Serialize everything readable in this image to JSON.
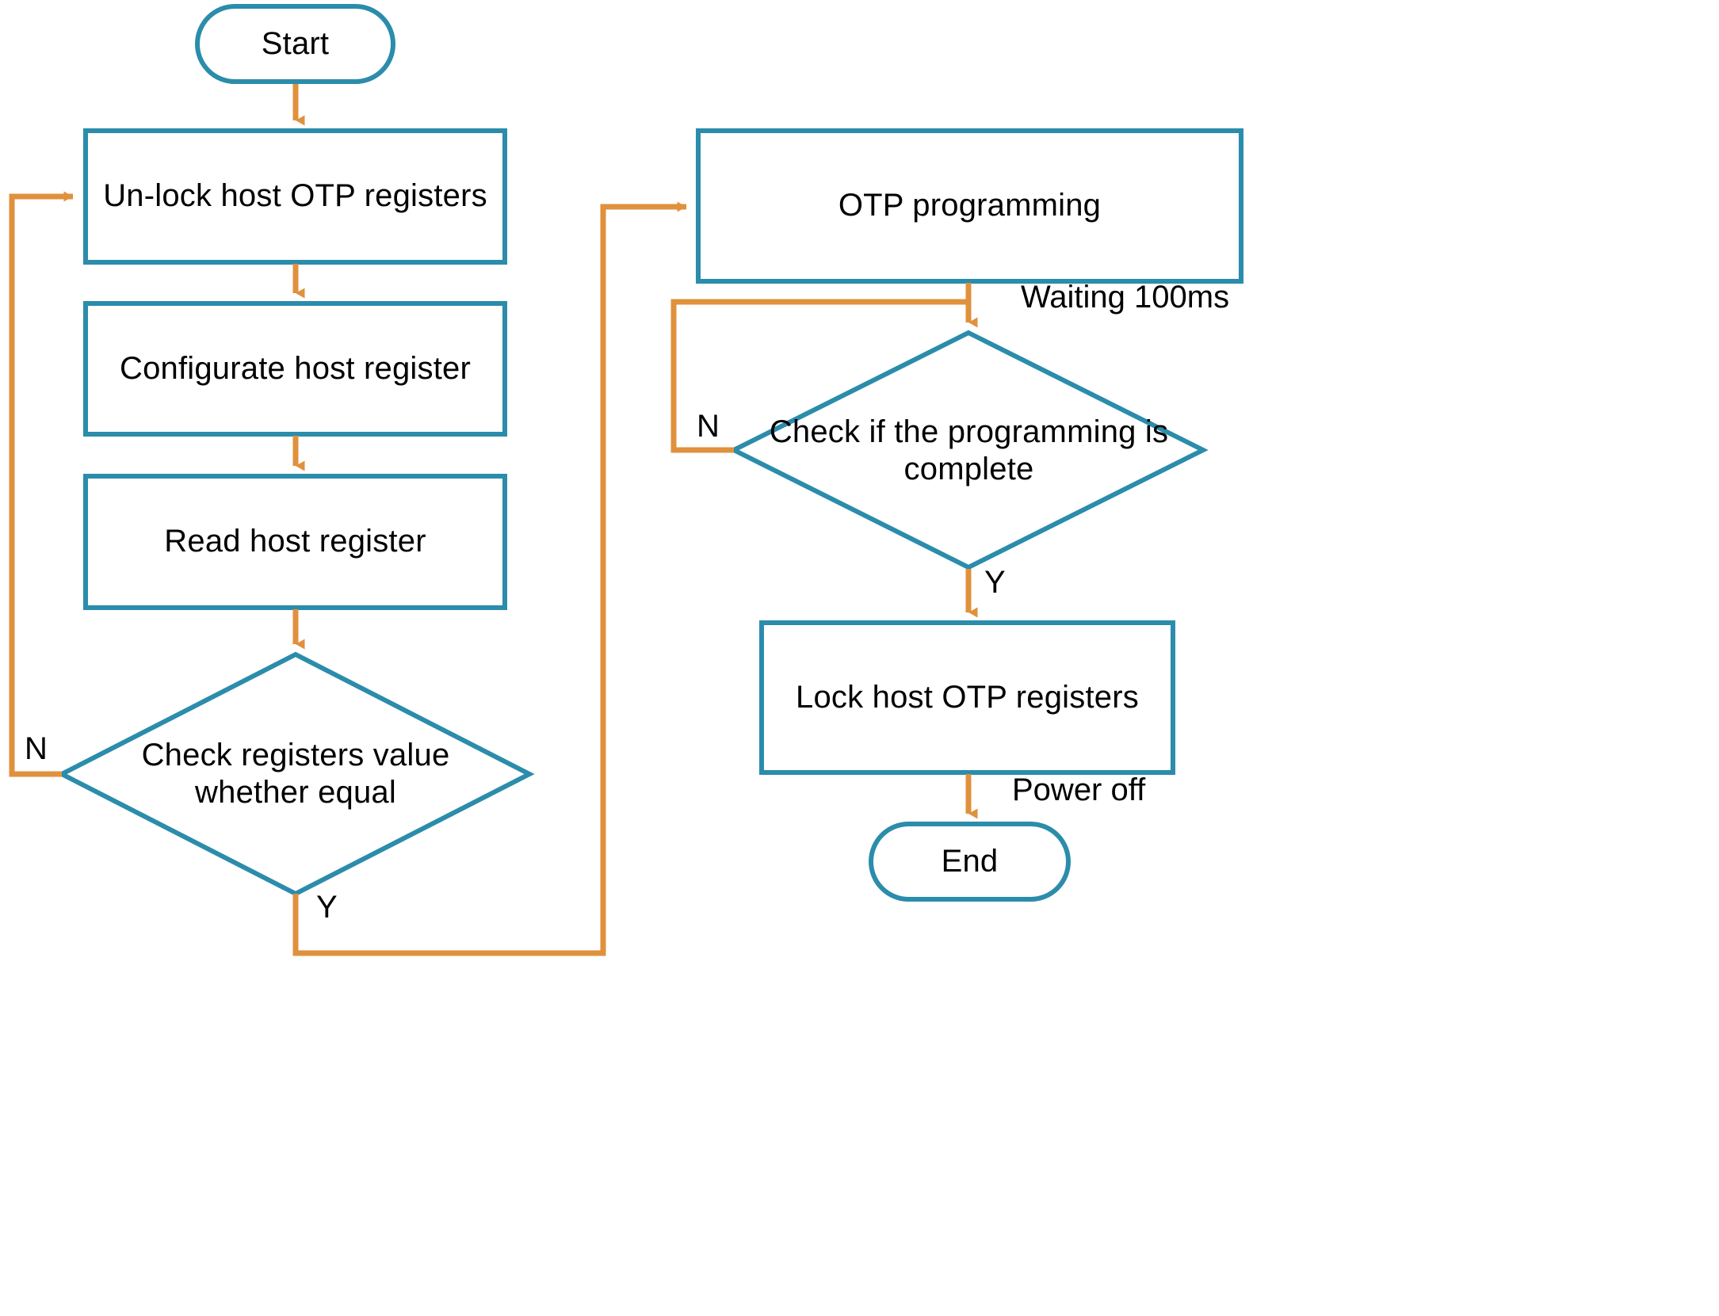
{
  "diagram": {
    "title": "Host OTP Programming Flowchart",
    "colors": {
      "shape_stroke": "#2B8CAB",
      "connector": "#E0913C",
      "text": "#000000",
      "background": "#FFFFFF"
    },
    "nodes": [
      {
        "id": "start",
        "type": "terminator",
        "label": "Start"
      },
      {
        "id": "unlock",
        "type": "process",
        "label": "Un-lock host OTP registers"
      },
      {
        "id": "configurate",
        "type": "process",
        "label": "Configurate host register"
      },
      {
        "id": "read",
        "type": "process",
        "label": "Read host register"
      },
      {
        "id": "check-equal",
        "type": "decision",
        "label": "Check registers value\nwhether equal"
      },
      {
        "id": "otp-prog",
        "type": "process",
        "label": "OTP programming"
      },
      {
        "id": "check-done",
        "type": "decision",
        "label": "Check if the programming is\ncomplete"
      },
      {
        "id": "lock",
        "type": "process",
        "label": "Lock host OTP registers"
      },
      {
        "id": "end",
        "type": "terminator",
        "label": "End"
      }
    ],
    "edges": [
      {
        "from": "start",
        "to": "unlock",
        "label": ""
      },
      {
        "from": "unlock",
        "to": "configurate",
        "label": ""
      },
      {
        "from": "configurate",
        "to": "read",
        "label": ""
      },
      {
        "from": "read",
        "to": "check-equal",
        "label": ""
      },
      {
        "from": "check-equal",
        "to": "unlock",
        "label": "N"
      },
      {
        "from": "check-equal",
        "to": "otp-prog",
        "label": "Y"
      },
      {
        "from": "otp-prog",
        "to": "check-done",
        "label": "Waiting 100ms"
      },
      {
        "from": "check-done",
        "to": "check-done",
        "label": "N"
      },
      {
        "from": "check-done",
        "to": "lock",
        "label": "Y"
      },
      {
        "from": "lock",
        "to": "end",
        "label": "Power off"
      }
    ],
    "edge_labels": {
      "waiting": "Waiting 100ms",
      "power_off": "Power off",
      "left_no": "N",
      "left_yes": "Y",
      "right_no": "N",
      "right_yes": "Y"
    }
  }
}
